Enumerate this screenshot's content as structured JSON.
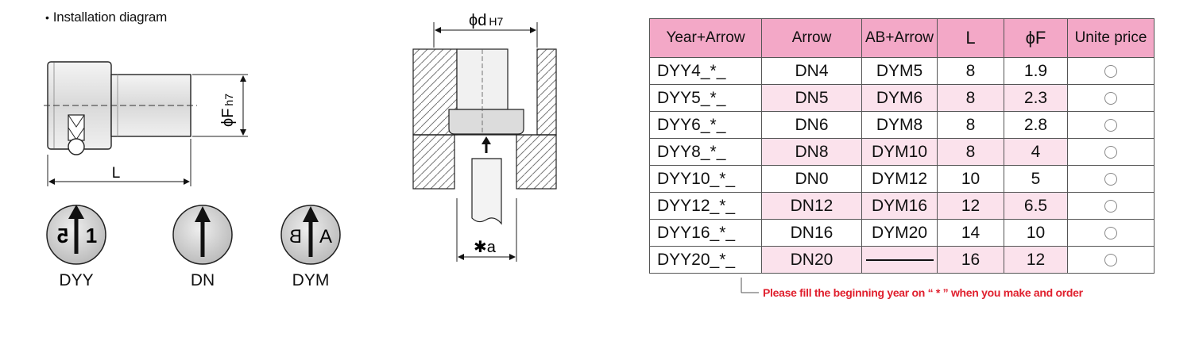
{
  "section_title": "Installation diagram",
  "diagram": {
    "dim_L": "L",
    "dim_F_main": "ϕF",
    "dim_F_tol": "h7",
    "dim_d_main": "ϕd",
    "dim_d_tol": "H7",
    "dim_a": "✱a",
    "symbols": [
      {
        "label": "DYY",
        "left_glyph": "5",
        "right_glyph": "1"
      },
      {
        "label": "DN"
      },
      {
        "label": "DYM",
        "left_glyph": "B",
        "right_glyph": "A"
      }
    ]
  },
  "table": {
    "headers": [
      "Year+Arrow",
      "Arrow",
      "AB+Arrow",
      "L",
      "ϕF",
      "Unite price"
    ],
    "rows": [
      {
        "year": "DYY4_*_",
        "arrow": "DN4",
        "ab": "DYM5",
        "L": "8",
        "F": "1.9"
      },
      {
        "year": "DYY5_*_",
        "arrow": "DN5",
        "ab": "DYM6",
        "L": "8",
        "F": "2.3"
      },
      {
        "year": "DYY6_*_",
        "arrow": "DN6",
        "ab": "DYM8",
        "L": "8",
        "F": "2.8"
      },
      {
        "year": "DYY8_*_",
        "arrow": "DN8",
        "ab": "DYM10",
        "L": "8",
        "F": "4"
      },
      {
        "year": "DYY10_*_",
        "arrow": "DN0",
        "ab": "DYM12",
        "L": "10",
        "F": "5"
      },
      {
        "year": "DYY12_*_",
        "arrow": "DN12",
        "ab": "DYM16",
        "L": "12",
        "F": "6.5"
      },
      {
        "year": "DYY16_*_",
        "arrow": "DN16",
        "ab": "DYM20",
        "L": "14",
        "F": "10"
      },
      {
        "year": "DYY20_*_",
        "arrow": "DN20",
        "ab": "",
        "L": "16",
        "F": "12"
      }
    ]
  },
  "note": "Please fill the beginning year on “ * ” when you make and order",
  "colors": {
    "header_bg": "#f3a8c7",
    "alt_row_bg": "#fbe2ec",
    "note_text": "#e0202e"
  }
}
